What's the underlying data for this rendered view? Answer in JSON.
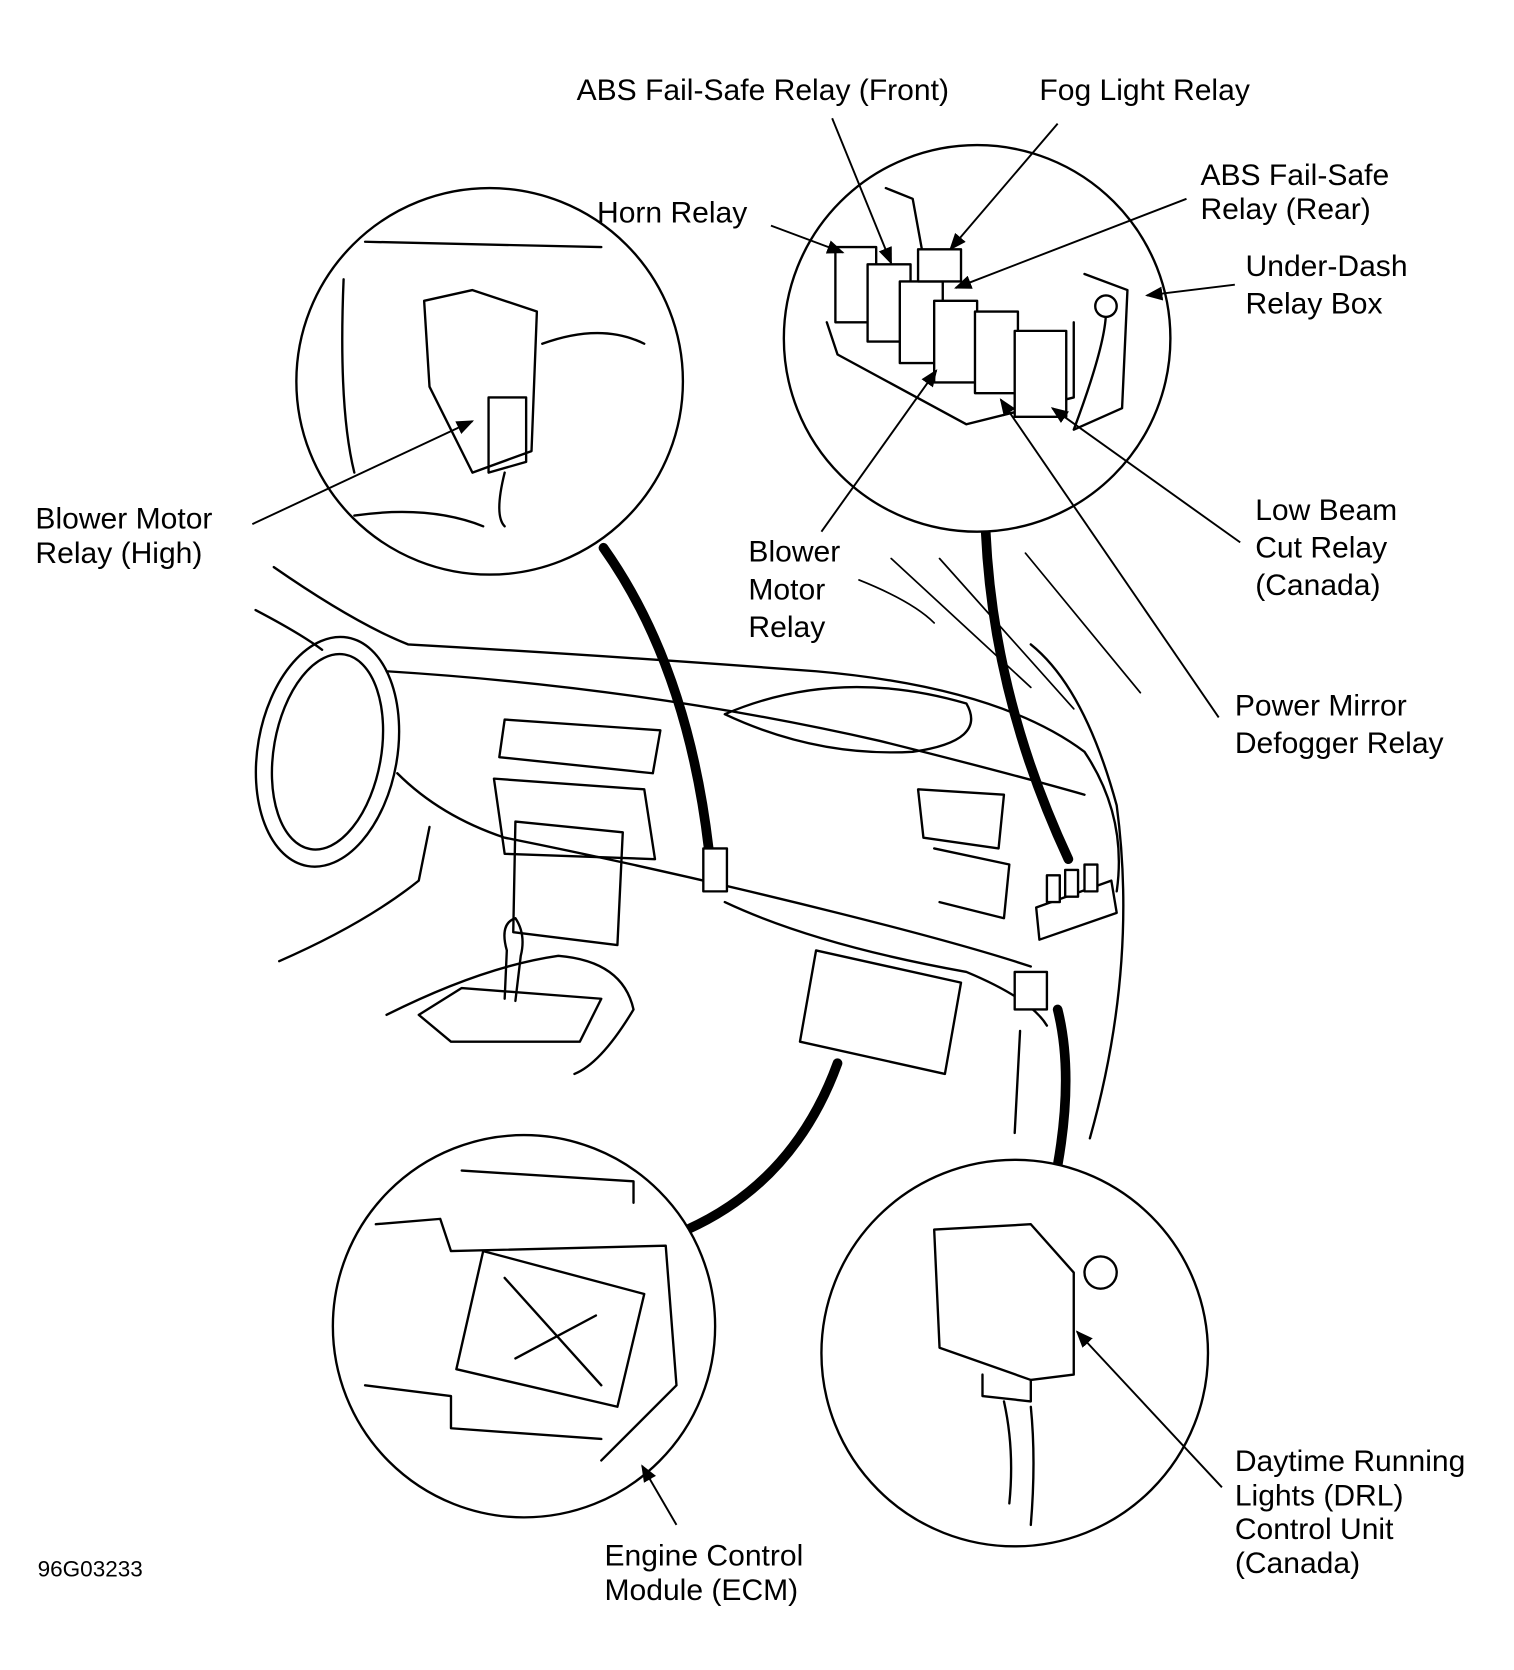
{
  "labels": {
    "abs_front": "ABS Fail-Safe Relay (Front)",
    "fog": "Fog Light Relay",
    "abs_rear_1": "ABS Fail-Safe",
    "abs_rear_2": "Relay (Rear)",
    "horn": "Horn Relay",
    "underdash_1": "Under-Dash",
    "underdash_2": "Relay Box",
    "blower_high_1": "Blower Motor",
    "blower_high_2": "Relay (High)",
    "blower_1": "Blower",
    "blower_2": "Motor",
    "blower_3": "Relay",
    "lowbeam_1": "Low Beam",
    "lowbeam_2": "Cut Relay",
    "lowbeam_3": "(Canada)",
    "mirror_1": "Power Mirror",
    "mirror_2": "Defogger Relay",
    "ecm_1": "Engine Control",
    "ecm_2": "Module (ECM)",
    "drl_1": "Daytime Running",
    "drl_2": "Lights (DRL)",
    "drl_3": "Control Unit",
    "drl_4": "(Canada)"
  },
  "figure_code": "96G03233"
}
